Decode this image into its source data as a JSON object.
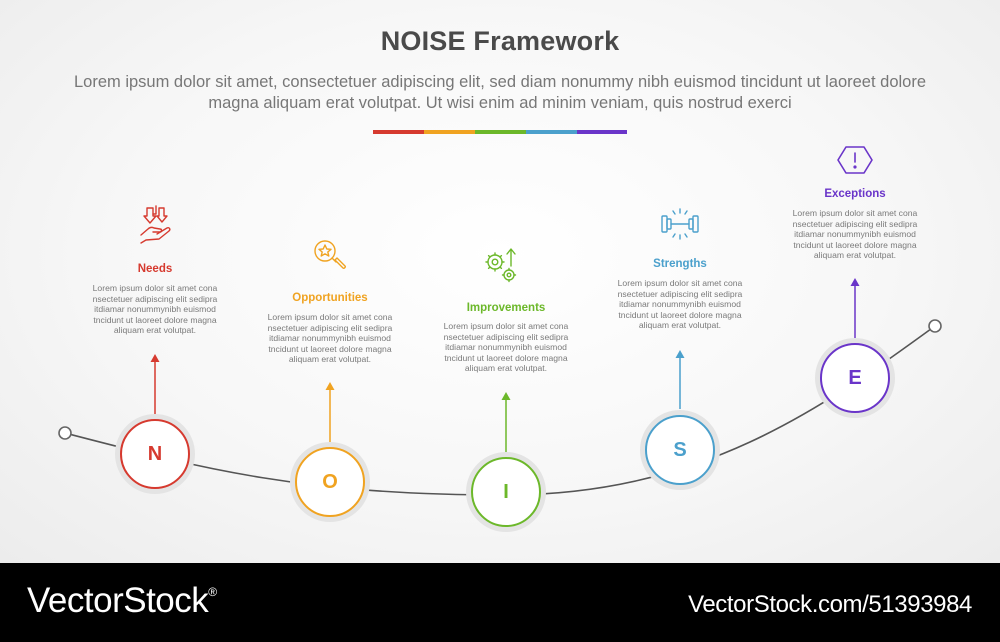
{
  "header": {
    "title": "NOISE Framework",
    "subtitle": "Lorem ipsum dolor sit amet, consectetuer adipiscing elit, sed diam nonummy nibh euismod tincidunt ut laoreet dolore magna aliquam erat volutpat. Ut wisi enim ad minim veniam, quis nostrud exerci"
  },
  "colors": {
    "needs": "#d63a2f",
    "opportunities": "#f0a321",
    "improvements": "#6cb82a",
    "strengths": "#4ba0cc",
    "exceptions": "#6a35c9",
    "path": "#555555",
    "ring": "#dedede"
  },
  "steps": [
    {
      "letter": "N",
      "title": "Needs",
      "icon": "hand-down-arrows-icon",
      "description": "Lorem ipsum dolor sit amet cona nsectetuer adipiscing elit sedipra itdiamar nonummynibh euismod tncidunt ut laoreet dolore magna aliquam erat volutpat."
    },
    {
      "letter": "O",
      "title": "Opportunities",
      "icon": "star-magnifier-icon",
      "description": "Lorem ipsum dolor sit amet cona nsectetuer adipiscing elit sedipra itdiamar nonummynibh euismod tncidunt ut laoreet dolore magna aliquam erat volutpat."
    },
    {
      "letter": "I",
      "title": "Improvements",
      "icon": "gears-arrow-up-icon",
      "description": "Lorem ipsum dolor sit amet cona nsectetuer adipiscing elit sedipra itdiamar nonummynibh euismod tncidunt ut laoreet dolore magna aliquam erat volutpat."
    },
    {
      "letter": "S",
      "title": "Strengths",
      "icon": "dumbbell-icon",
      "description": "Lorem ipsum dolor sit amet cona nsectetuer adipiscing elit sedipra itdiamar nonummynibh euismod tncidunt ut laoreet dolore magna aliquam erat volutpat."
    },
    {
      "letter": "E",
      "title": "Exceptions",
      "icon": "exclamation-hexagon-icon",
      "description": "Lorem ipsum dolor sit amet cona nsectetuer adipiscing elit sedipra itdiamar nonummynibh euismod tncidunt ut laoreet dolore magna aliquam erat volutpat."
    }
  ],
  "footer": {
    "brand": "VectorStock",
    "registered_mark": "®",
    "image_id": "VectorStock.com/51393984"
  }
}
